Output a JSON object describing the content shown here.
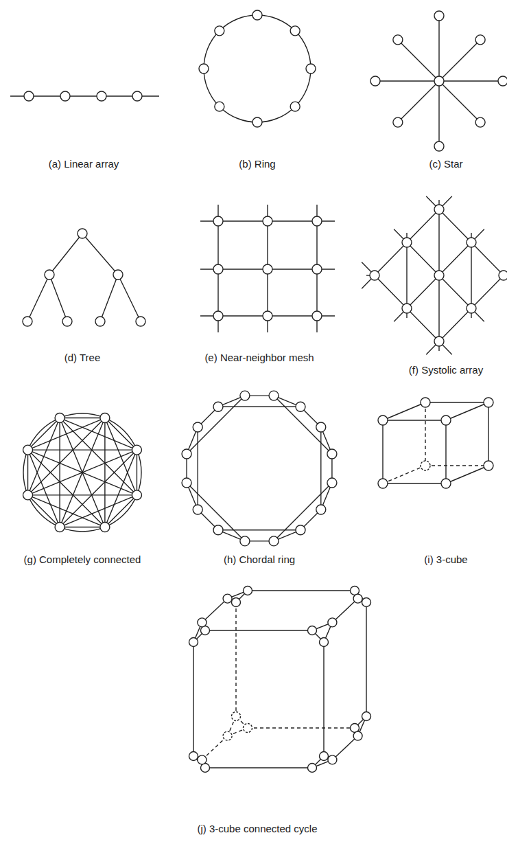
{
  "diagram": {
    "labels": [
      "(a) Linear array",
      "(b) Ring",
      "(c) Star",
      "(d) Tree",
      "(e) Near-neighbor mesh",
      "(f) Systolic array",
      "(g) Completely connected",
      "(h) Chordal ring",
      "(i) 3-cube",
      "(j) 3-cube connected cycle"
    ]
  }
}
